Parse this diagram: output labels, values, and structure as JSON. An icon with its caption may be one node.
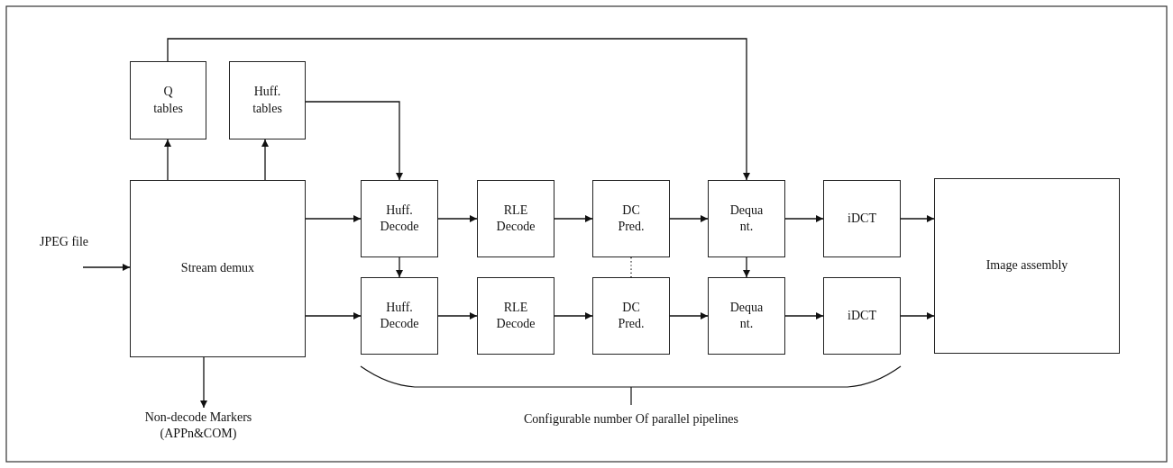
{
  "diagram": {
    "nodes": [
      {
        "text": [
          "Q tables"
        ]
      },
      {
        "text": [
          "Huff. tables"
        ]
      },
      {
        "text": [
          "Stream demux"
        ]
      },
      {
        "text": [
          "Huff. Decode"
        ]
      },
      {
        "text": [
          "RLE Decode"
        ]
      },
      {
        "text": [
          "DC Pred."
        ]
      },
      {
        "text": [
          "Dequa nt."
        ]
      },
      {
        "text": [
          "iDCT"
        ]
      },
      {
        "text": [
          "Huff. Decode"
        ]
      },
      {
        "text": [
          "RLE Decode"
        ]
      },
      {
        "text": [
          "DC Pred."
        ]
      },
      {
        "text": [
          "Dequa nt."
        ]
      },
      {
        "text": [
          "iDCT"
        ]
      },
      {
        "text": [
          "Image assembly"
        ]
      },
      {
        "text": [
          "Non-decode Markers (APPn&COM)"
        ]
      }
    ],
    "edges": [
      {
        "from": null,
        "to": 2,
        "arrow": "to",
        "label": "JPEG file"
      },
      {
        "from": 2,
        "to": 0,
        "arrow": "to"
      },
      {
        "from": 2,
        "to": 1,
        "arrow": "to"
      },
      {
        "from": 0,
        "to": 6,
        "arrow": "to"
      },
      {
        "from": 1,
        "to": 3,
        "arrow": "to"
      },
      {
        "from": 2,
        "to": 3,
        "arrow": "to"
      },
      {
        "from": 2,
        "to": 8,
        "arrow": "to"
      },
      {
        "from": 3,
        "to": 4,
        "arrow": "to"
      },
      {
        "from": 4,
        "to": 5,
        "arrow": "to"
      },
      {
        "from": 5,
        "to": 6,
        "arrow": "to"
      },
      {
        "from": 6,
        "to": 7,
        "arrow": "to"
      },
      {
        "from": 8,
        "to": 9,
        "arrow": "to"
      },
      {
        "from": 9,
        "to": 10,
        "arrow": "to"
      },
      {
        "from": 10,
        "to": 11,
        "arrow": "to"
      },
      {
        "from": 11,
        "to": 12,
        "arrow": "to"
      },
      {
        "from": 3,
        "to": 8,
        "arrow": "to"
      },
      {
        "from": 6,
        "to": 11,
        "arrow": "to"
      },
      {
        "from": 5,
        "to": 10,
        "arrow": "none",
        "style": "dashed"
      },
      {
        "from": 7,
        "to": 13,
        "arrow": "to"
      },
      {
        "from": 12,
        "to": 13,
        "arrow": "to"
      },
      {
        "from": 2,
        "to": 14,
        "arrow": "to"
      }
    ],
    "labels": [
      "Configurable number Of parallel pipelines"
    ]
  }
}
